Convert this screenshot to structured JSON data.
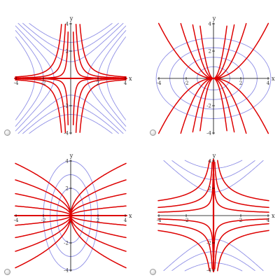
{
  "colors": {
    "solution_curve": "#dd0000",
    "level_curve": "#8f8fe6",
    "axis": "#000000",
    "radio_border": "#9a9a9a"
  },
  "chart_data": [
    {
      "type": "line",
      "description_key": "panel-1",
      "xlabel": "x",
      "ylabel": "y",
      "xlim": [
        -4,
        4
      ],
      "ylim": [
        -4,
        4
      ],
      "x_ticks": [
        -4,
        -2,
        2,
        4
      ],
      "y_ticks": [
        -4,
        -2,
        2,
        4
      ],
      "tick_labels_x": [
        "-4",
        "-2",
        "2",
        "4"
      ],
      "tick_labels_y": [
        "-4",
        "-2",
        "2",
        "4"
      ],
      "grid": false,
      "series": [
        {
          "kind": "solution",
          "family": "y=c/x^2",
          "c": [
            0.12,
            0.6,
            1.8,
            -0.12,
            -0.6,
            -1.8
          ]
        },
        {
          "kind": "solution",
          "family": "y=0"
        },
        {
          "kind": "level",
          "family": "x^2-y^2=k",
          "k": [
            1.5,
            4,
            7,
            -1.5,
            -4,
            -7
          ]
        }
      ]
    },
    {
      "type": "line",
      "description_key": "panel-2",
      "xlabel": "x",
      "ylabel": "y",
      "xlim": [
        -4,
        4
      ],
      "ylim": [
        -4,
        4
      ],
      "x_ticks": [
        -4,
        -2,
        2,
        4
      ],
      "y_ticks": [
        -4,
        -2,
        2,
        4
      ],
      "tick_labels_x": [
        "-4",
        "-2",
        "2",
        "4"
      ],
      "tick_labels_y": [
        "-4",
        "-2",
        "2",
        "4"
      ],
      "grid": false,
      "series": [
        {
          "kind": "solution",
          "family": "y=c*x^2",
          "c": [
            0.25,
            0.7,
            1.7,
            4,
            -0.25,
            -0.7,
            -1.7,
            -4
          ]
        },
        {
          "kind": "level",
          "family": "ellipse x^2/a^2+y^2/b^2=1",
          "a": [
            1.2,
            2.2,
            3.2,
            4.2
          ],
          "b": [
            0.85,
            1.55,
            2.25,
            2.95
          ]
        }
      ]
    },
    {
      "type": "line",
      "description_key": "panel-3",
      "xlabel": "x",
      "ylabel": "y",
      "xlim": [
        -4,
        4
      ],
      "ylim": [
        -4,
        4
      ],
      "x_ticks": [
        -4,
        -2,
        2,
        4
      ],
      "y_ticks": [
        -4,
        -2,
        2,
        4
      ],
      "tick_labels_x": [
        "-4",
        "-2",
        "2",
        "4"
      ],
      "tick_labels_y": [
        "-4",
        "-2",
        "2",
        "4"
      ],
      "grid": false,
      "series": [
        {
          "kind": "solution",
          "family": "y=c*sqrt|x|",
          "c": [
            0.35,
            0.8,
            1.3,
            1.9,
            -0.35,
            -0.8,
            -1.3,
            -1.9
          ]
        },
        {
          "kind": "solution",
          "family": "y=0"
        },
        {
          "kind": "level",
          "family": "ellipse x^2/a^2+y^2/b^2=1",
          "a": [
            1.0,
            1.5,
            2.0
          ],
          "b": [
            2.0,
            3.0,
            4.0
          ]
        }
      ]
    },
    {
      "type": "line",
      "description_key": "panel-4",
      "xlabel": "x",
      "ylabel": "y",
      "xlim": [
        -4,
        4
      ],
      "ylim": [
        -4,
        4
      ],
      "x_ticks": [
        -4,
        -2,
        2,
        4
      ],
      "y_ticks": [
        -4,
        -2,
        2,
        4
      ],
      "tick_labels_x": [
        "-4",
        "-2",
        "2",
        "4"
      ],
      "tick_labels_y": [
        "-4",
        "-2",
        "2",
        "4"
      ],
      "grid": false,
      "series": [
        {
          "kind": "solution",
          "family": "y=c/sqrt|x|",
          "c": [
            0.5,
            1.2,
            2.2,
            -0.5,
            -1.2,
            -2.2
          ]
        },
        {
          "kind": "solution",
          "family": "x=0"
        },
        {
          "kind": "level",
          "family": "y^2-x^2=k",
          "k": [
            3,
            7,
            12
          ]
        }
      ]
    }
  ]
}
